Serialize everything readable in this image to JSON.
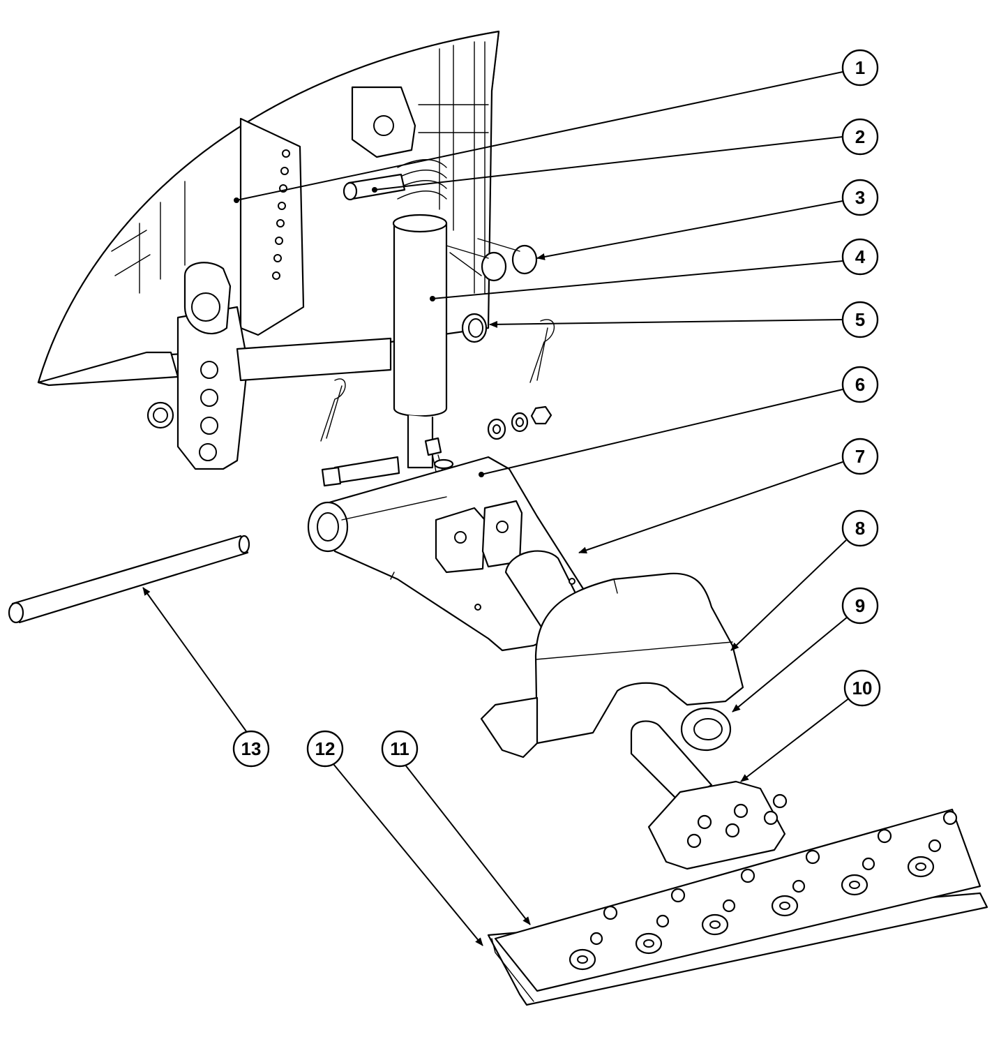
{
  "diagram": {
    "type": "exploded-parts-view",
    "line_color": "#000000",
    "background": "#ffffff",
    "callouts": [
      {
        "number": "1",
        "leader_end": "dot"
      },
      {
        "number": "2",
        "leader_end": "dot"
      },
      {
        "number": "3",
        "leader_end": "arrow"
      },
      {
        "number": "4",
        "leader_end": "dot"
      },
      {
        "number": "5",
        "leader_end": "arrow"
      },
      {
        "number": "6",
        "leader_end": "dot"
      },
      {
        "number": "7",
        "leader_end": "arrow"
      },
      {
        "number": "8",
        "leader_end": "arrow"
      },
      {
        "number": "9",
        "leader_end": "arrow"
      },
      {
        "number": "10",
        "leader_end": "arrow"
      },
      {
        "number": "11",
        "leader_end": "arrow"
      },
      {
        "number": "12",
        "leader_end": "arrow"
      },
      {
        "number": "13",
        "leader_end": "arrow"
      }
    ]
  }
}
